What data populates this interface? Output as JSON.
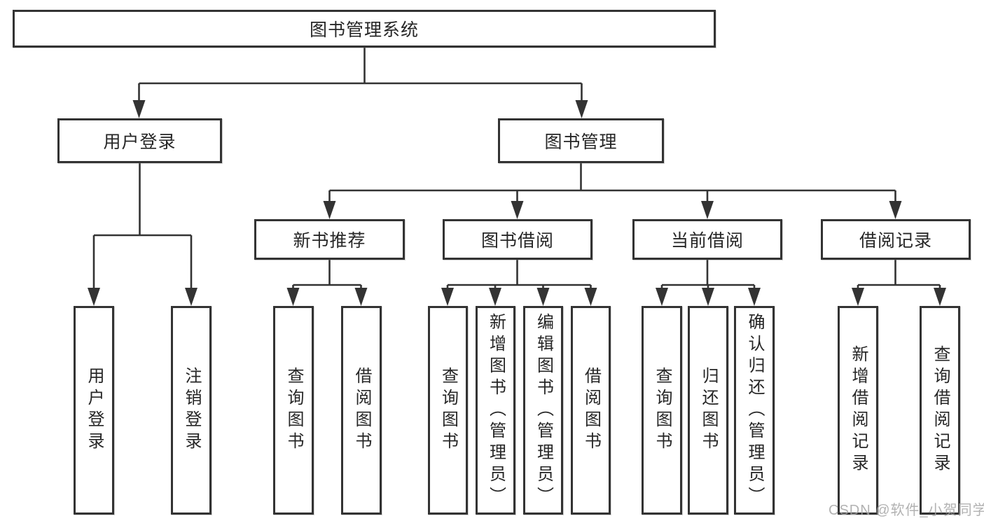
{
  "diagram": {
    "title": "图书管理系统",
    "nodes": {
      "root": "图书管理系统",
      "user_login": "用户登录",
      "book_management": "图书管理",
      "new_book_recommend": "新书推荐",
      "book_borrowing": "图书借阅",
      "current_borrowing": "当前借阅",
      "borrow_records": "借阅记录"
    },
    "leaves": {
      "user_login": [
        "用户登录",
        "注销登录"
      ],
      "new_book_recommend": [
        "查询图书",
        "借阅图书"
      ],
      "book_borrowing": [
        "查询图书",
        "新增图书（管理员）",
        "编辑图书（管理员）",
        "借阅图书"
      ],
      "current_borrowing": [
        "查询图书",
        "归还图书",
        "确认归还（管理员）"
      ],
      "borrow_records": [
        "新增借阅记录",
        "查询借阅记录"
      ]
    },
    "watermark": "CSDN @软件_小贺同学",
    "colors": {
      "line": "#333333",
      "border": "#333333",
      "text": "#262626",
      "background": "#ffffff",
      "watermark": "#b3b3b3"
    }
  }
}
